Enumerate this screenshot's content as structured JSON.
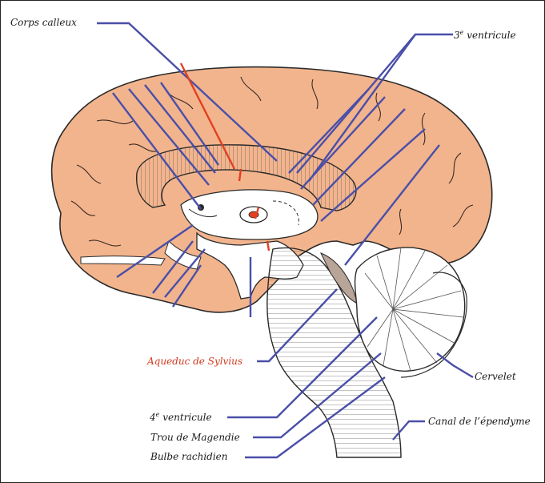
{
  "labels": {
    "corps_calleux": "Corps calleux",
    "troisieme_ventricule_num": "3",
    "troisieme_ventricule_sup": "e",
    "troisieme_ventricule_text": "ventricule",
    "aqueduc": "Aqueduc de Sylvius",
    "quatrieme_ventricule_num": "4",
    "quatrieme_ventricule_sup": "e",
    "quatrieme_ventricule_text": "ventricule",
    "trou_magendie": "Trou de Magendie",
    "bulbe": "Bulbe rachidien",
    "cervelet": "Cervelet",
    "canal_ependyme": "Canal de l’épendyme"
  },
  "colors": {
    "brain_fill": "#f2b48d",
    "leader_blue": "#4a4fa8",
    "leader_red": "#e2401f",
    "outline": "#2a2a2a",
    "white_matter": "#ffffff",
    "brainstem_gray": "#b9a598"
  }
}
